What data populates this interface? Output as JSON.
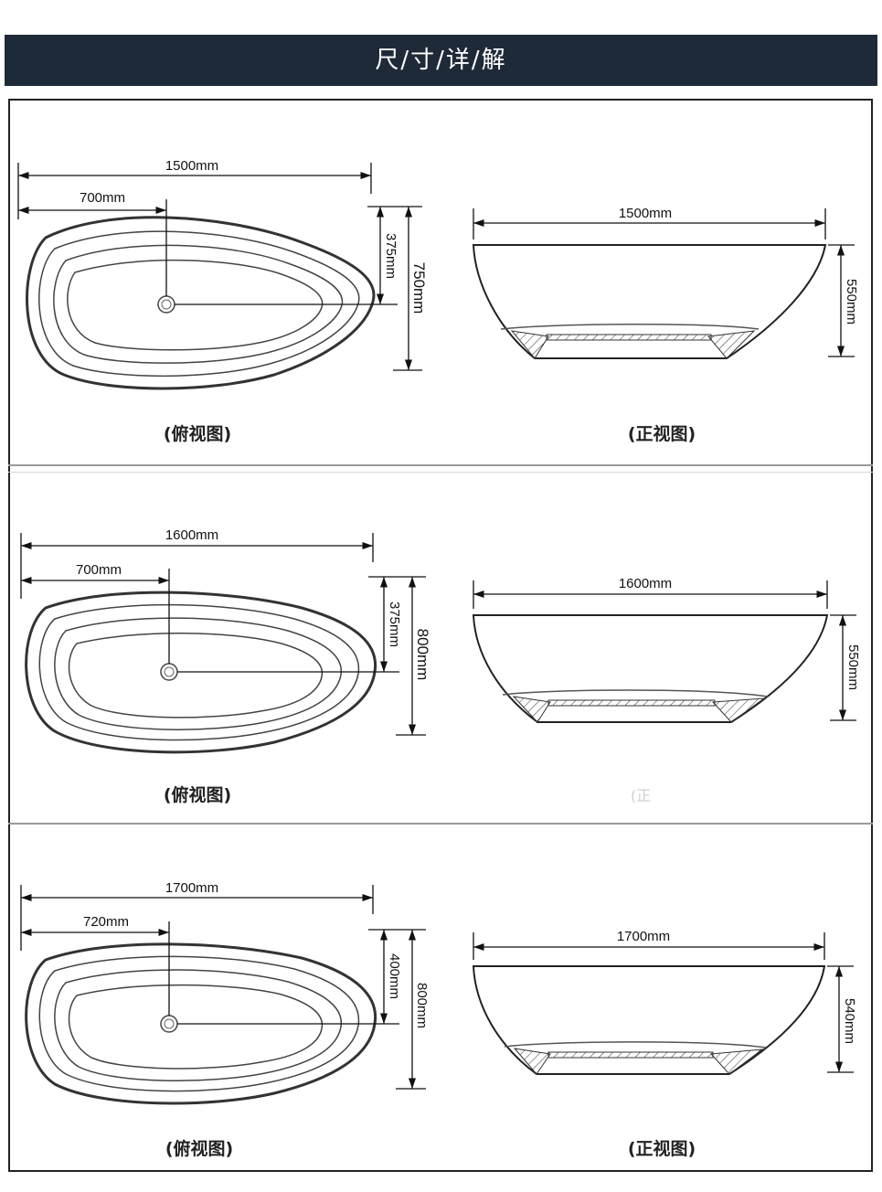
{
  "header": {
    "title": "尺/寸/详/解"
  },
  "panels": [
    {
      "top": {
        "length": "1500mm",
        "center": "700mm",
        "half_width": "375mm",
        "width": "750mm",
        "caption": "(俯视图)"
      },
      "front": {
        "length": "1500mm",
        "height": "550mm",
        "caption": "(正视图)"
      }
    },
    {
      "top": {
        "length": "1600mm",
        "center": "700mm",
        "half_width": "375mm",
        "width": "800mm",
        "caption": "(俯视图)"
      },
      "front": {
        "length": "1600mm",
        "height": "550mm",
        "caption": "(正"
      }
    },
    {
      "top": {
        "length": "1700mm",
        "center": "720mm",
        "half_width": "400mm",
        "width": "800mm",
        "caption": "(俯视图)"
      },
      "front": {
        "length": "1700mm",
        "height": "540mm",
        "caption": "(正视图)"
      }
    }
  ]
}
